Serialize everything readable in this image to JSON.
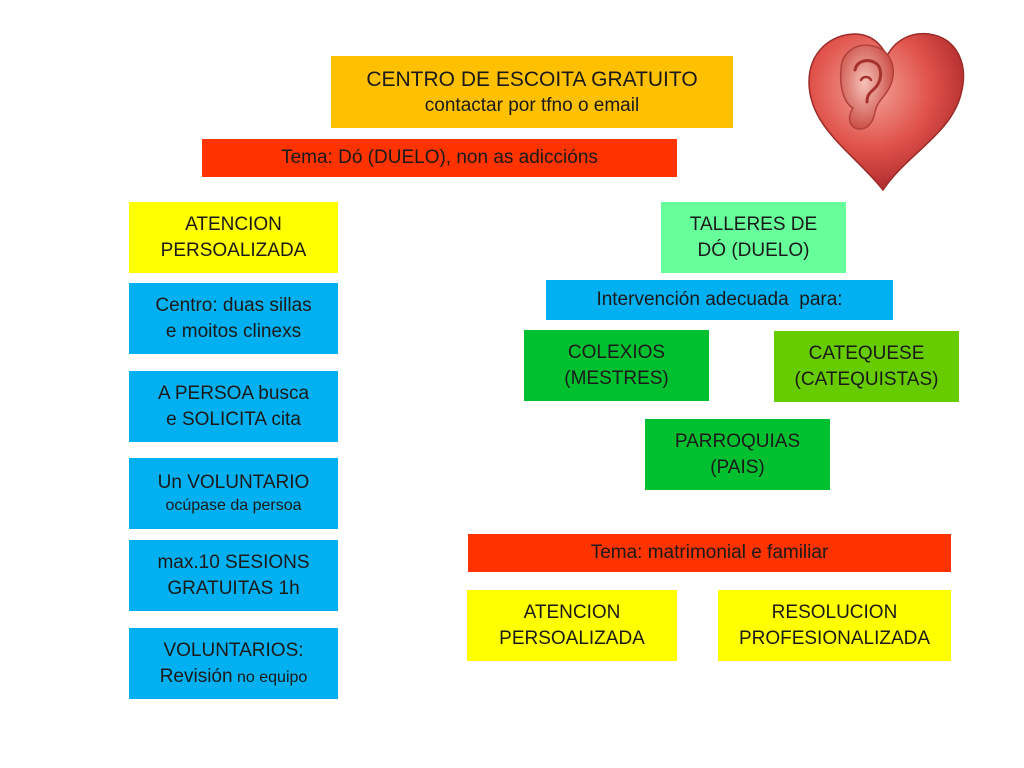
{
  "colors": {
    "orange": "#ffc000",
    "red": "#ff3300",
    "yellow": "#ffff00",
    "cyan": "#00b0f0",
    "mint": "#66ff99",
    "green": "#00c030",
    "lightgreen": "#66cc00",
    "heart": "#e0524a"
  },
  "header": {
    "title": "CENTRO DE ESCOITA GRATUITO",
    "subtitle": "contactar por tfno o email"
  },
  "tema1": "Tema: Dó (DUELO), non as adiccións",
  "left_column": {
    "atencion": [
      "ATENCION",
      "PERSOALIZADA"
    ],
    "centro": [
      "Centro: duas sillas",
      "e moitos clinexs"
    ],
    "persoa": [
      "A PERSOA busca",
      "e SOLICITA cita"
    ],
    "voluntario": [
      "Un VOLUNTARIO",
      "ocúpase da persoa"
    ],
    "sesions": [
      "max.10 SESIONS",
      "GRATUITAS 1h"
    ],
    "revision": {
      "line1": "VOLUNTARIOS:",
      "line2a": "Revisión",
      "line2b": " no equipo"
    }
  },
  "right_column": {
    "talleres": [
      "TALLERES DE",
      "DÓ (DUELO)"
    ],
    "intervencion": "Intervención adecuada  para:",
    "colexios": [
      "COLEXIOS",
      "(MESTRES)"
    ],
    "catequese": [
      "CATEQUESE",
      "(CATEQUISTAS)"
    ],
    "parroquias": [
      "PARROQUIAS",
      "(PAIS)"
    ]
  },
  "tema2": "Tema: matrimonial e familiar",
  "bottom_right": {
    "atencion": [
      "ATENCION",
      "PERSOALIZADA"
    ],
    "resolucion": [
      "RESOLUCION",
      "PROFESIONALIZADA"
    ]
  },
  "icons": {
    "heart": "heart-ear-icon"
  }
}
